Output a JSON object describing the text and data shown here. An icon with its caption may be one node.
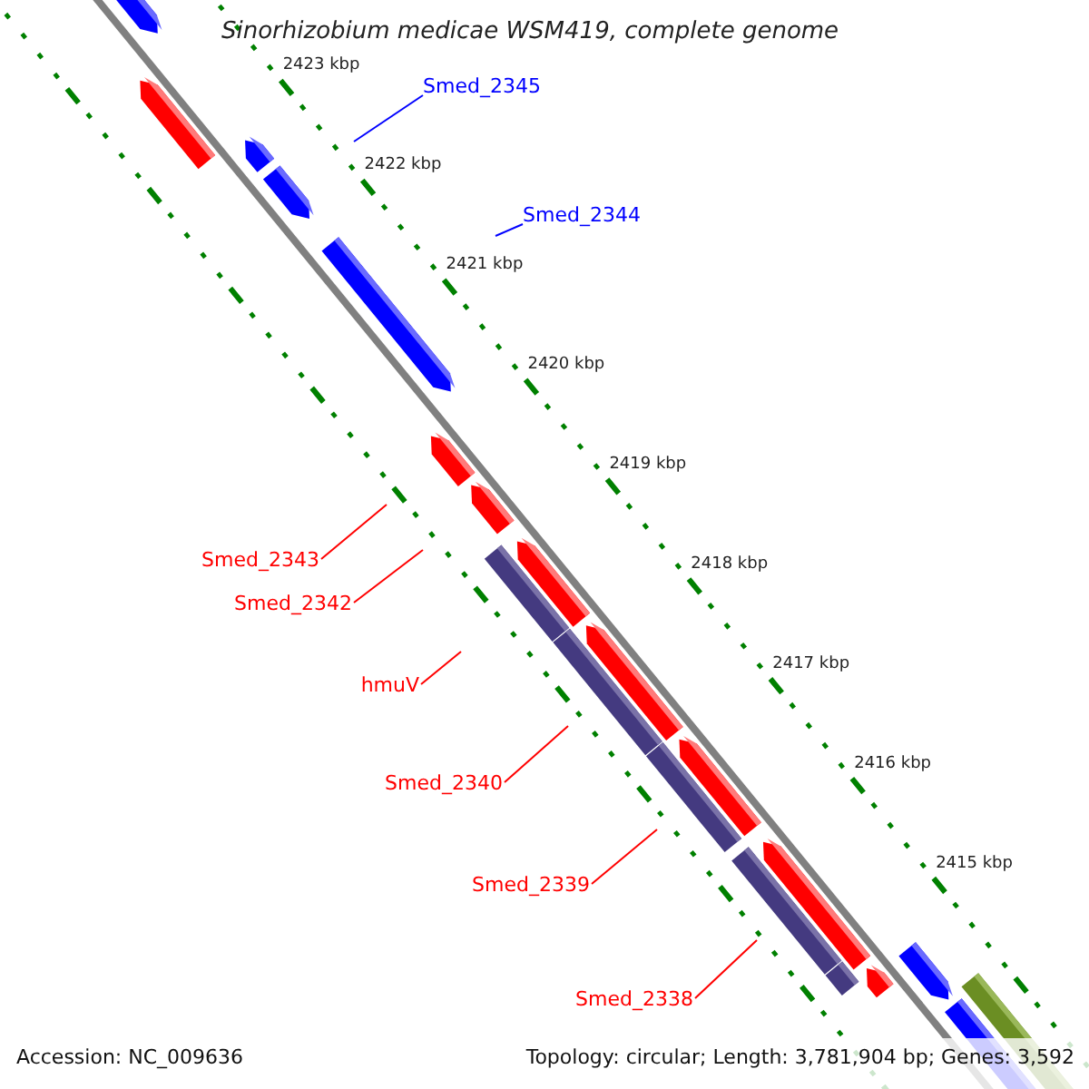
{
  "diagram": {
    "title": "Sinorhizobium medicae WSM419, complete genome",
    "nodes": [
      {
        "text": [
          "Smed_2345"
        ]
      },
      {
        "text": [
          "Smed_2344"
        ]
      },
      {
        "text": [
          "Smed_2343"
        ]
      },
      {
        "text": [
          "Smed_2342"
        ]
      },
      {
        "text": [
          "hmuV"
        ]
      },
      {
        "text": [
          "Smed_2340"
        ]
      },
      {
        "text": [
          "Smed_2339"
        ]
      },
      {
        "text": [
          "Smed_2338"
        ]
      }
    ],
    "edges": [
      {
        "from": 0,
        "to": null,
        "arrow": "none",
        "color": "#0000ff"
      },
      {
        "from": 1,
        "to": null,
        "arrow": "none",
        "color": "#0000ff"
      },
      {
        "from": 2,
        "to": null,
        "arrow": "none"
      },
      {
        "from": 3,
        "to": null,
        "arrow": "none"
      },
      {
        "from": 4,
        "to": null,
        "arrow": "none"
      },
      {
        "from": 5,
        "to": null,
        "arrow": "none"
      },
      {
        "from": 6,
        "to": null,
        "arrow": "none"
      },
      {
        "from": 7,
        "to": null,
        "arrow": "none"
      }
    ],
    "labels": [
      "2423 kbp",
      "2422 kbp",
      "2421 kbp",
      "2420 kbp",
      "2419 kbp",
      "2418 kbp",
      "2417 kbp",
      "2416 kbp",
      "2415 kbp",
      "Accession: NC_009636",
      "Topology: circular; Length: 3,781,904 bp; Genes: 3,592"
    ]
  }
}
